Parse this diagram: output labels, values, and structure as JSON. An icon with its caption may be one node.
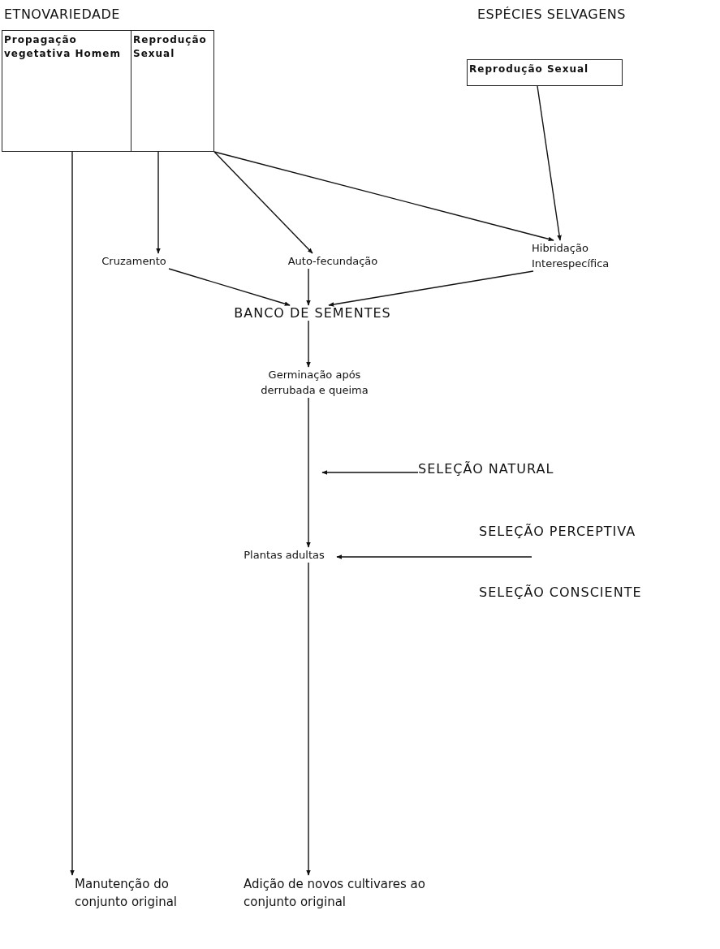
{
  "diagram": {
    "nodes": [
      {
        "text": [
          "ETNOVARIEDADE"
        ]
      },
      {
        "text": [
          "Propagação vegetativa Homem"
        ],
        "in": 0
      },
      {
        "text": [
          "Reprodução Sexual"
        ],
        "in": 0
      },
      {
        "text": [
          "ESPÉCIES SELVAGENS",
          "Reprodução Sexual"
        ]
      },
      {
        "text": [
          "Cruzamento"
        ]
      },
      {
        "text": [
          "Auto-fecundação"
        ]
      },
      {
        "text": [
          "Hibridação Interespecífica"
        ]
      },
      {
        "text": [
          "BANCO DE SEMENTES"
        ]
      },
      {
        "text": [
          "Germinação após derrubada e queima"
        ]
      },
      {
        "text": [
          "SELEÇÃO NATURAL"
        ]
      },
      {
        "text": [
          "Plantas adultas"
        ]
      },
      {
        "text": [
          "Manutenção do conjunto original"
        ]
      },
      {
        "text": [
          "Adição de novos cultivares ao conjunto original"
        ]
      }
    ],
    "edges": [
      {
        "from": 1,
        "to": 11,
        "arrow": "to"
      },
      {
        "from": 2,
        "to": 4,
        "arrow": "to"
      },
      {
        "from": 2,
        "to": 5,
        "arrow": "to"
      },
      {
        "from": 2,
        "to": 6,
        "arrow": "to"
      },
      {
        "from": 3,
        "to": 6,
        "arrow": "to"
      },
      {
        "from": 4,
        "to": 7,
        "arrow": "to"
      },
      {
        "from": 5,
        "to": 7,
        "arrow": "to"
      },
      {
        "from": 6,
        "to": 7,
        "arrow": "to"
      },
      {
        "from": 7,
        "to": 8,
        "arrow": "to"
      },
      {
        "from": 8,
        "to": 10,
        "arrow": "to"
      },
      {
        "from": 9,
        "to": null,
        "arrow": "to"
      },
      {
        "from": null,
        "to": 10,
        "arrow": "to"
      },
      {
        "from": 10,
        "to": 12,
        "arrow": "to"
      }
    ],
    "labels": [
      "SELEÇÃO PERCEPTIVA",
      "SELEÇÃO CONSCIENTE"
    ]
  }
}
